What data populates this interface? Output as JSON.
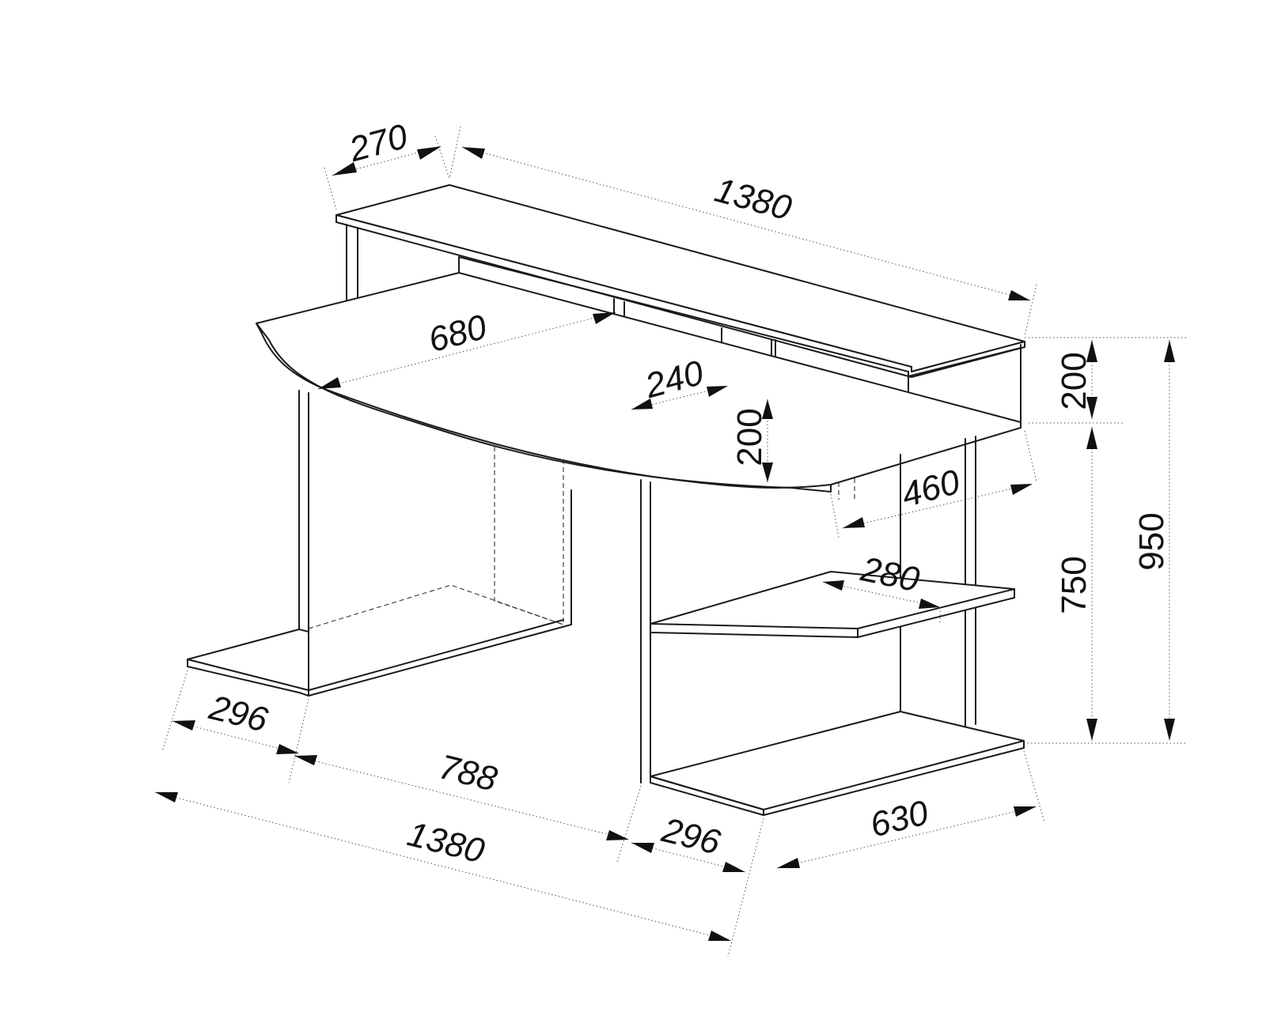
{
  "dimensions": {
    "top_shelf_depth": "270",
    "top_shelf_width": "1380",
    "desk_depth": "680",
    "inner_width": "240",
    "inner_height": "200",
    "shelf_height": "200",
    "side_depth": "460",
    "small_shelf_depth": "280",
    "desk_height": "750",
    "total_height": "950",
    "left_foot_width": "296",
    "middle_gap": "788",
    "right_foot_width": "296",
    "bottom_total_width": "1380",
    "side_base_depth": "630"
  }
}
